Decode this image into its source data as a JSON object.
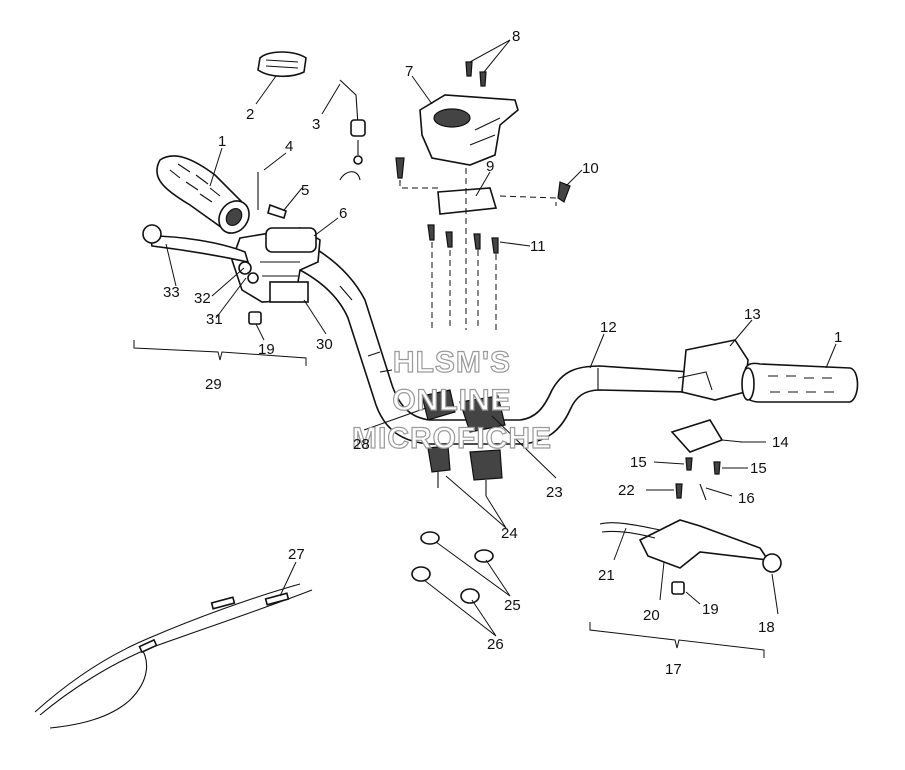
{
  "watermark": {
    "line1": "HLSM'S",
    "line2": "ONLINE",
    "line3": "MICROFICHE"
  },
  "callouts": {
    "c1_left": "1",
    "c2": "2",
    "c3": "3",
    "c4": "4",
    "c5": "5",
    "c6": "6",
    "c7": "7",
    "c8": "8",
    "c9": "9",
    "c10": "10",
    "c11": "11",
    "c12": "12",
    "c13": "13",
    "c1_right": "1",
    "c14": "14",
    "c15_a": "15",
    "c15_b": "15",
    "c16": "16",
    "c17": "17",
    "c18": "18",
    "c19_left": "19",
    "c19_right": "19",
    "c20": "20",
    "c21": "21",
    "c22": "22",
    "c23": "23",
    "c24": "24",
    "c25": "25",
    "c26": "26",
    "c27": "27",
    "c28": "28",
    "c29": "29",
    "c30": "30",
    "c31": "31",
    "c32": "32",
    "c33": "33"
  }
}
